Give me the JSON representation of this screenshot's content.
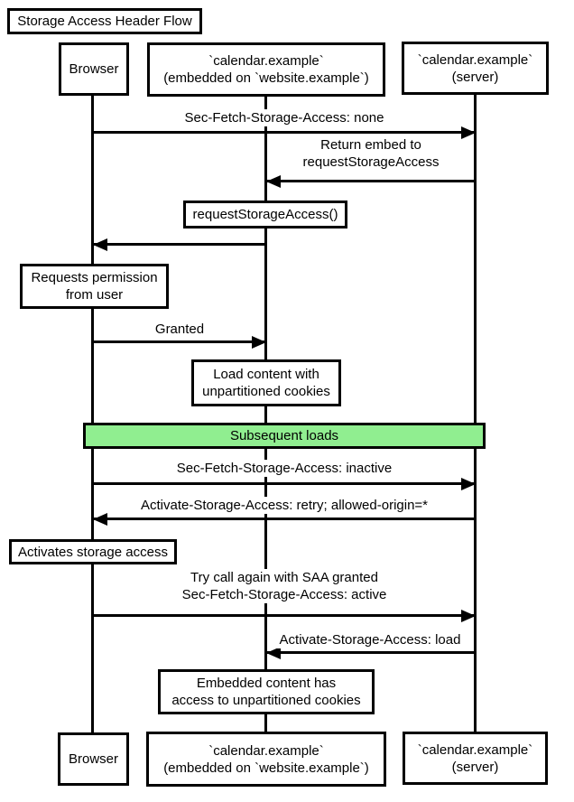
{
  "diagram": {
    "title": "Storage Access Header Flow",
    "colors": {
      "divider_fill": "#90EE90",
      "stroke": "#000000",
      "box_fill": "#FFFFFF"
    },
    "actors": {
      "browser": {
        "label": "Browser"
      },
      "embedded": {
        "line1": "`calendar.example`",
        "line2": "(embedded on `website.example`)"
      },
      "server": {
        "line1": "`calendar.example`",
        "line2": "(server)"
      }
    },
    "divider": {
      "label": "Subsequent loads"
    },
    "messages": {
      "m1": {
        "label": "Sec-Fetch-Storage-Access: none",
        "from": "browser",
        "to": "server"
      },
      "m2": {
        "line1": "Return embed to",
        "line2": "requestStorageAccess",
        "from": "server",
        "to": "embedded"
      },
      "m3": {
        "label": "requestStorageAccess()",
        "from": "embedded",
        "to": "browser"
      },
      "m5": {
        "label": "Granted",
        "from": "browser",
        "to": "embedded"
      },
      "m7": {
        "label": "Sec-Fetch-Storage-Access: inactive",
        "from": "browser",
        "to": "server"
      },
      "m8": {
        "label": "Activate-Storage-Access: retry; allowed-origin=*",
        "from": "server",
        "to": "browser"
      },
      "m10": {
        "line1": "Try call again with SAA granted",
        "line2": "Sec-Fetch-Storage-Access: active",
        "from": "browser",
        "to": "server"
      },
      "m11": {
        "label": "Activate-Storage-Access: load",
        "from": "server",
        "to": "embedded"
      }
    },
    "notes": {
      "permission": {
        "line1": "Requests permission",
        "line2": "from user"
      },
      "load_content": {
        "line1": "Load content with",
        "line2": "unpartitioned cookies"
      },
      "activates": {
        "label": "Activates storage access"
      },
      "embedded_access": {
        "line1": "Embedded content has",
        "line2": "access to unpartitioned cookies"
      }
    }
  }
}
